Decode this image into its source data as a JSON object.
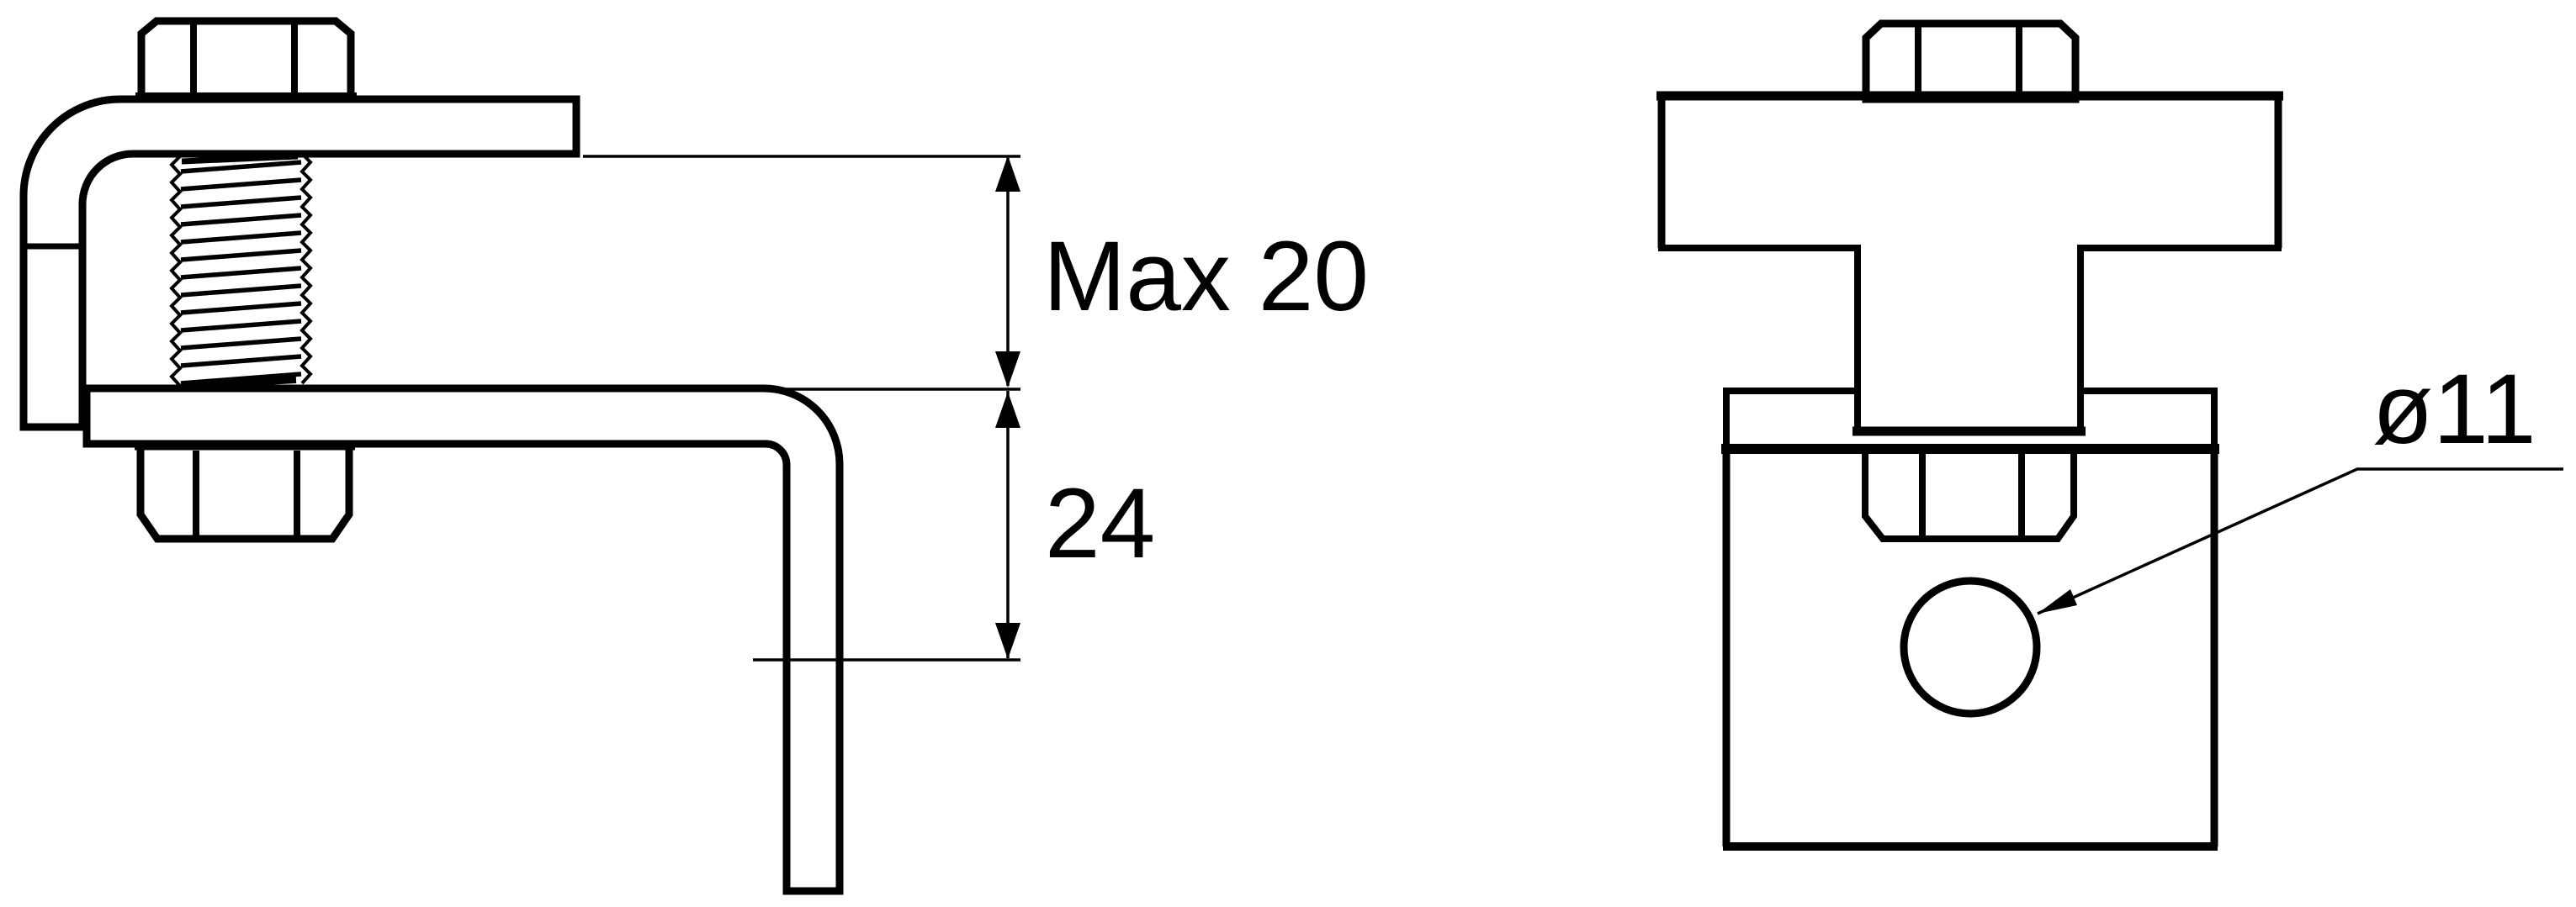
{
  "drawing": {
    "title": "clamp-bracket-two-view-technical-drawing",
    "colors": {
      "ink": "#000000",
      "paper": "#ffffff"
    },
    "dimensions": {
      "clamp_opening": {
        "text": "Max 20"
      },
      "bracket_drop": {
        "text": "24"
      },
      "hole_diameter": {
        "text": "ø11"
      }
    }
  }
}
